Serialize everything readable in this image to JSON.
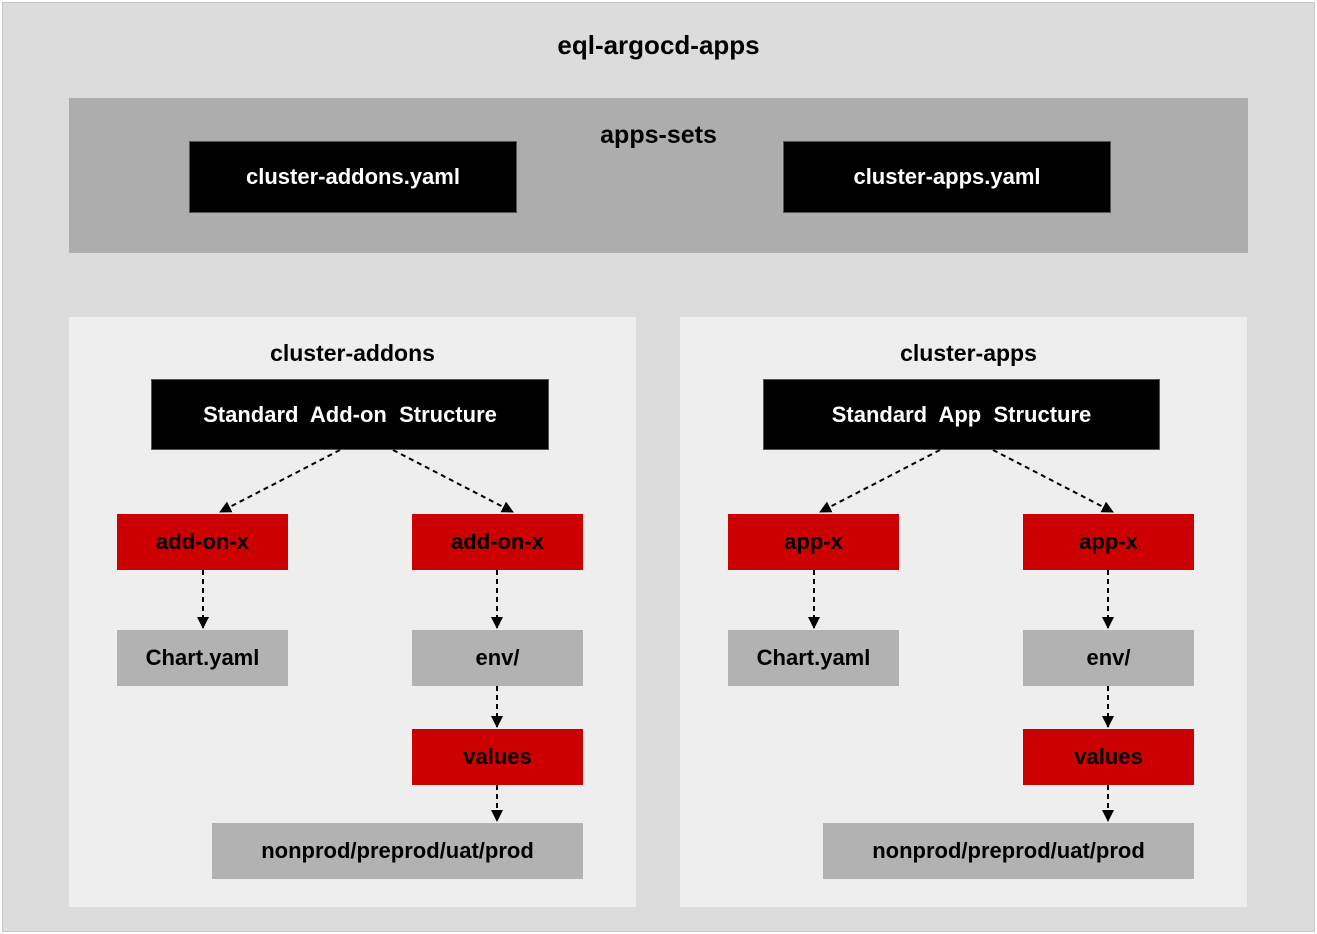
{
  "root": {
    "title": "eql-argocd-apps"
  },
  "apps_sets": {
    "title": "apps-sets",
    "files": [
      "cluster-addons.yaml",
      "cluster-apps.yaml"
    ]
  },
  "cluster_addons": {
    "title": "cluster-addons",
    "structure": "Standard  Add-on  Structure",
    "left_item": "add-on-x",
    "right_item": "add-on-x",
    "chart": "Chart.yaml",
    "env": "env/",
    "values": "values",
    "envs": "nonprod/preprod/uat/prod"
  },
  "cluster_apps": {
    "title": "cluster-apps",
    "structure": "Standard  App  Structure",
    "left_item": "app-x",
    "right_item": "app-x",
    "chart": "Chart.yaml",
    "env": "env/",
    "values": "values",
    "envs": "nonprod/preprod/uat/prod"
  },
  "colors": {
    "outer_bg": "#dcdcdc",
    "band_bg": "#adadad",
    "panel_bg": "#eeeeee",
    "structure_node": "#000000",
    "item_node": "#cc0000",
    "file_node": "#b2b2b2"
  }
}
